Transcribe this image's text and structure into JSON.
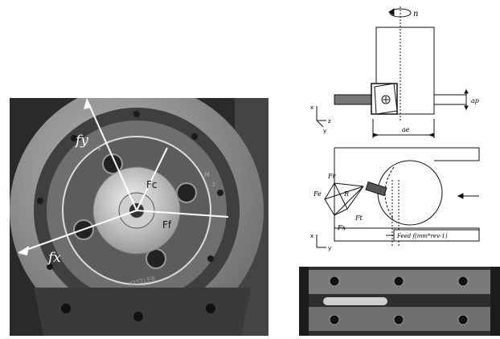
{
  "dynamometer_photo": {
    "labels": {
      "fy": "fy",
      "fx": "fx",
      "fc": "Fc",
      "ff": "Ff",
      "ring_small_1": "F",
      "ring_small_2": "M",
      "ring_small_3": "z",
      "brand": "KISTLER"
    }
  },
  "schematic": {
    "top_view": {
      "rotation_label": "n",
      "width_label": "ae",
      "depth_label": "ap"
    },
    "axes_top": {
      "x": "x",
      "y": "y",
      "z": "z"
    },
    "force_view": {
      "fr_label": "Fr",
      "fe_label": "Fe",
      "r_label": "R",
      "ft_label": "Ft",
      "fx_label": "Fx",
      "feed_label": "Feed f(mm*rev-1)"
    },
    "axes_bottom": {
      "x": "x",
      "y": "y"
    }
  },
  "colors": {
    "ink": "#111111",
    "plate": "#8e8e8e",
    "ring_dark": "#3f3f3f",
    "ring_mid": "#6f6f6f",
    "photo_bg": "#2a2a2a"
  }
}
